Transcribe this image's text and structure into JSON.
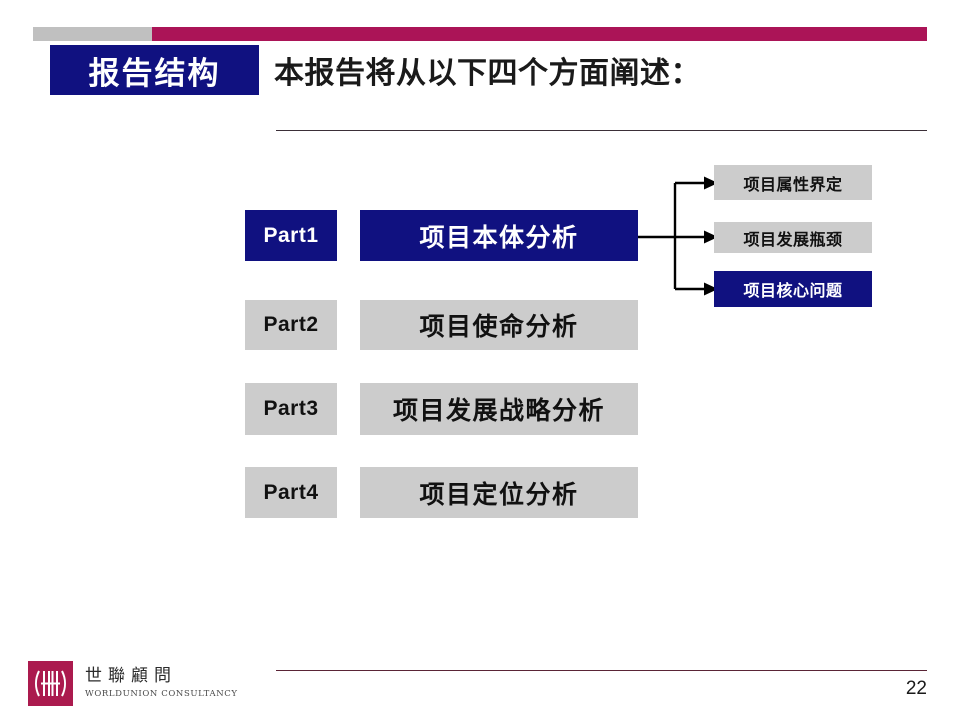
{
  "slide": {
    "page_number": "22",
    "colors": {
      "navy": "#101180",
      "gray": "#cccccc",
      "crimson": "#ab1457",
      "header_gray": "#c0c0c0",
      "rule_top": "#3b2f38",
      "rule_bottom": "#5a2436",
      "text_dark": "#111111",
      "text_light": "#ffffff"
    }
  },
  "header": {
    "badge_label": "报告结构",
    "title": "本报告将从以下四个方面阐述：",
    "bar_gray_name": "header-gray-bar",
    "bar_crimson_name": "header-crimson-bar"
  },
  "parts": [
    {
      "tag": "Part1",
      "title": "项目本体分析",
      "style": "navy"
    },
    {
      "tag": "Part2",
      "title": "项目使命分析",
      "style": "gray"
    },
    {
      "tag": "Part3",
      "title": "项目发展战略分析",
      "style": "gray"
    },
    {
      "tag": "Part4",
      "title": "项目定位分析",
      "style": "gray"
    }
  ],
  "subitems": [
    {
      "label": "项目属性界定",
      "style": "gray"
    },
    {
      "label": "项目发展瓶颈",
      "style": "gray"
    },
    {
      "label": "项目核心问题",
      "style": "navy"
    }
  ],
  "footer": {
    "logo_cn": "世聯顧問",
    "logo_en_a": "W",
    "logo_en_b": "ORLD",
    "logo_en_c": "U",
    "logo_en_d": "NION",
    "logo_en_e": "C",
    "logo_en_f": "ONSULTANCY",
    "logo_full_en": "WORLDUNION CONSULTANCY"
  }
}
